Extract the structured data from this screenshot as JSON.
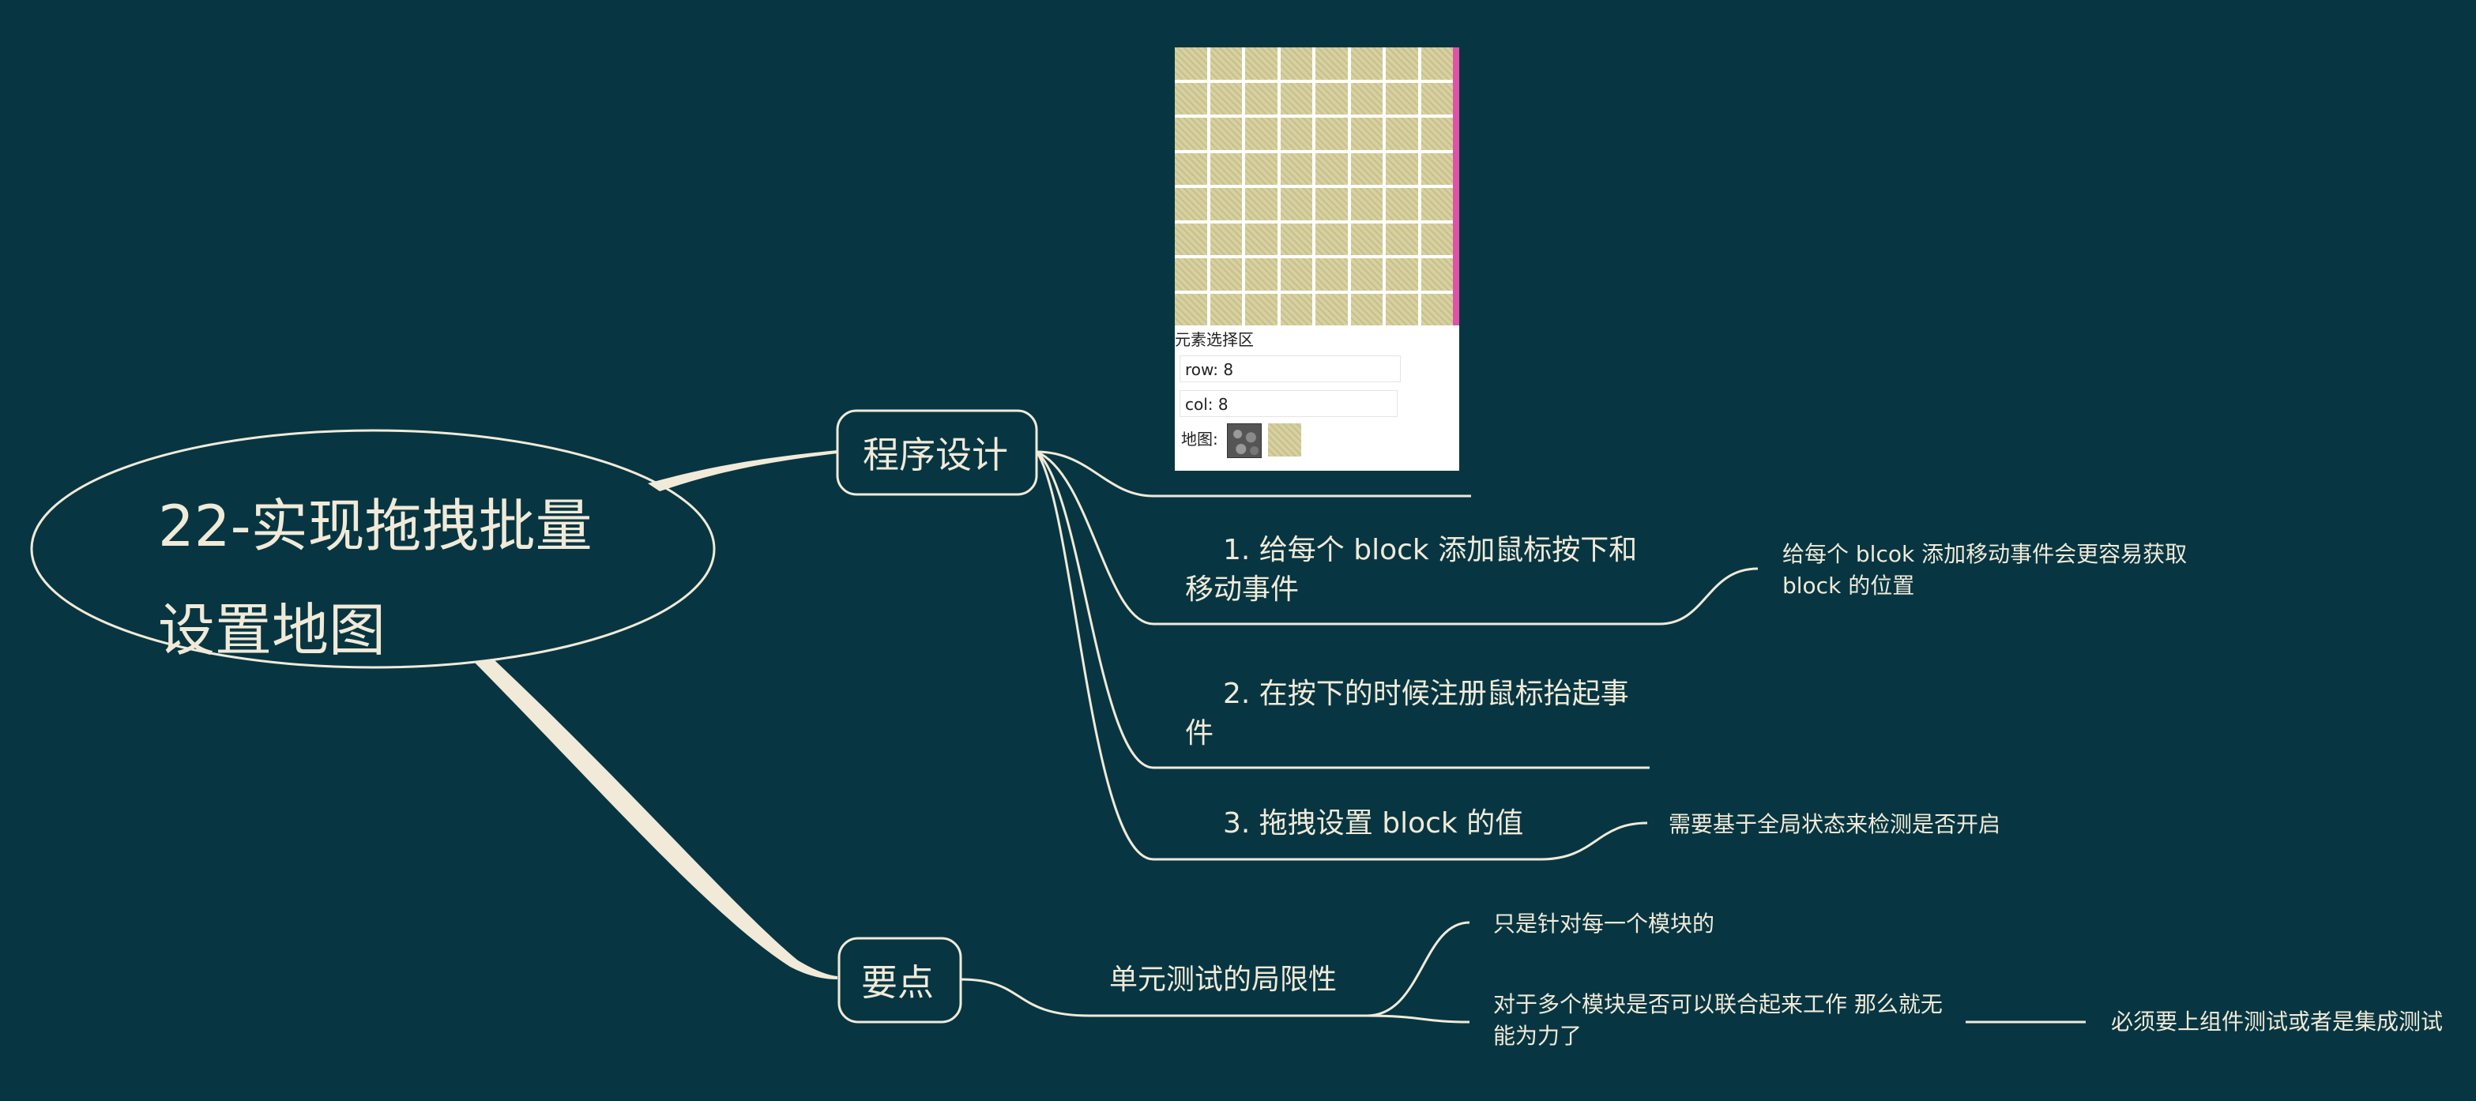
{
  "root": {
    "title": "22-实现拖拽批量设置地图"
  },
  "branches": {
    "program_design": {
      "label": "程序设计",
      "embedded_ui": {
        "section_label": "元素选择区",
        "row_field": "row: 8",
        "col_field": "col: 8",
        "map_label": "地图:",
        "tiles": [
          "stone-tile",
          "sand-tile"
        ]
      },
      "steps": [
        {
          "line1": "1. 给每个 block 添加鼠标按下和",
          "line2": "移动事件",
          "note_line1": "给每个 blcok 添加移动事件会更容易获取",
          "note_line2": "block 的位置"
        },
        {
          "line1": "2. 在按下的时候注册鼠标抬起事",
          "line2": "件"
        },
        {
          "line1": "3. 拖拽设置 block 的值",
          "note": "需要基于全局状态来检测是否开启"
        }
      ]
    },
    "key_points": {
      "label": "要点",
      "topic": "单元测试的局限性",
      "sub1": "只是针对每一个模块的",
      "sub2_line1": "对于多个模块是否可以联合起来工作 那么就无",
      "sub2_line2": "能为力了",
      "sub2_note": "必须要上组件测试或者是集成测试"
    }
  },
  "colors": {
    "background": "#073642",
    "line": "#f1ead8",
    "accent_bar": "#e052a8"
  }
}
